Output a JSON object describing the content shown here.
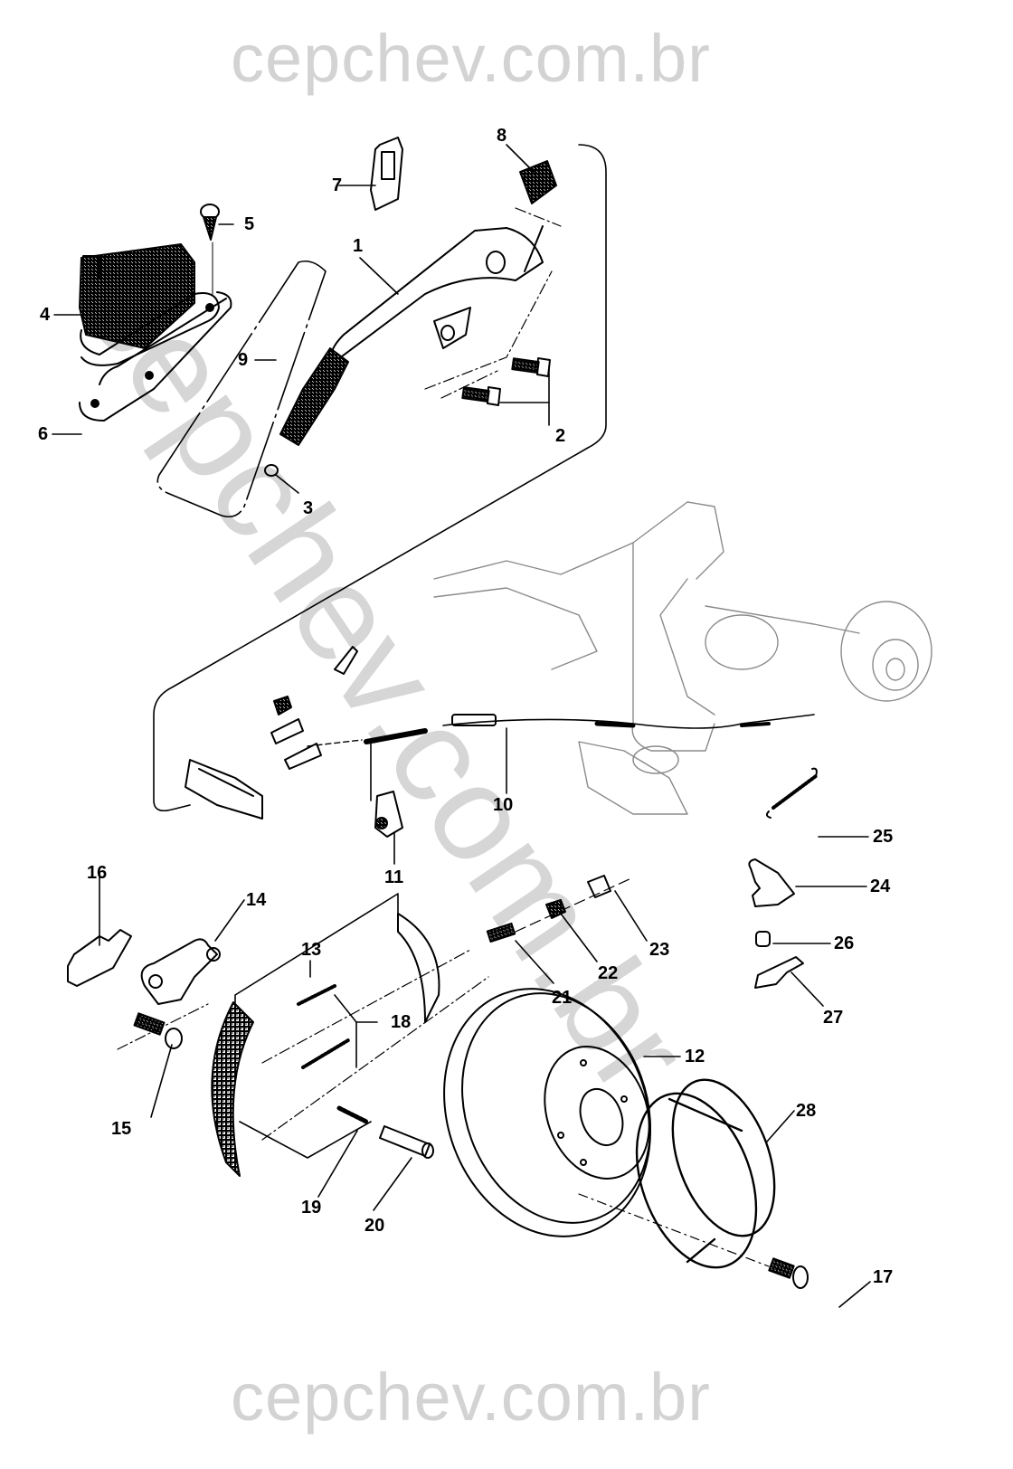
{
  "watermark": {
    "top": "cepchev.com.br",
    "bottom": "cepchev.com.br",
    "diagonal": "cepchev.com.br",
    "color": "#d3d3d3"
  },
  "diagram": {
    "title": "",
    "subject": "Parking brake lever, cables and rear drum-in-disc brake exploded view",
    "line_color": "#000000",
    "callouts": [
      {
        "id": "1",
        "part": "parking brake lever"
      },
      {
        "id": "2",
        "part": "lever mounting bolts"
      },
      {
        "id": "3",
        "part": "clip"
      },
      {
        "id": "4",
        "part": "lever boot"
      },
      {
        "id": "5",
        "part": "screw"
      },
      {
        "id": "6",
        "part": "boot base plate"
      },
      {
        "id": "7",
        "part": "switch"
      },
      {
        "id": "8",
        "part": "adjuster nut"
      },
      {
        "id": "9",
        "part": "nut"
      },
      {
        "id": "10",
        "part": "brake cable"
      },
      {
        "id": "11",
        "part": "cable clamp"
      },
      {
        "id": "12",
        "part": "brake disc"
      },
      {
        "id": "13",
        "part": "brake shoes"
      },
      {
        "id": "14",
        "part": "anchor bracket"
      },
      {
        "id": "15",
        "part": "bolt"
      },
      {
        "id": "16",
        "part": "plate"
      },
      {
        "id": "17",
        "part": "screw"
      },
      {
        "id": "18",
        "part": "return springs"
      },
      {
        "id": "19",
        "part": "spring"
      },
      {
        "id": "20",
        "part": "pin"
      },
      {
        "id": "21",
        "part": "adjuster screw"
      },
      {
        "id": "22",
        "part": "adjuster wheel"
      },
      {
        "id": "23",
        "part": "adjuster sleeve"
      },
      {
        "id": "24",
        "part": "lever"
      },
      {
        "id": "25",
        "part": "spring"
      },
      {
        "id": "26",
        "part": "bushing"
      },
      {
        "id": "27",
        "part": "retainer"
      },
      {
        "id": "28",
        "part": "drum ring"
      }
    ]
  }
}
